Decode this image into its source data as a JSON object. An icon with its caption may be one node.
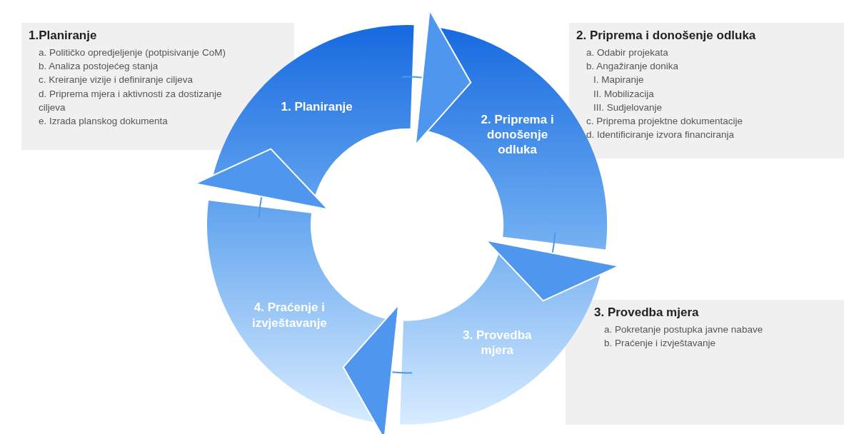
{
  "diagram": {
    "nodes": [
      {
        "text": [
          "1. Planiranje"
        ]
      },
      {
        "text": [
          "2. Priprema i donošenje odluka"
        ]
      },
      {
        "text": [
          "3. Provedba mjera"
        ]
      },
      {
        "text": [
          "4. Praćenje i izvještavanje"
        ]
      },
      {
        "text": [
          "1.Planiranje",
          "a. Političko opredjeljenje (potpisivanje CoM)",
          "b. Analiza postojećeg stanja",
          "c. Kreiranje vizije i definiranje ciljeva",
          "d. Priprema mjera i aktivnosti za dostizanje ciljeva",
          "e. Izrada planskog dokumenta"
        ]
      },
      {
        "text": [
          "2. Priprema i donošenje odluka",
          "a. Odabir projekata",
          "b. Angažiranje donika",
          "I. Mapiranje",
          "II. Mobilizacija",
          "III. Sudjelovanje",
          "c. Priprema projektne dokumentacije",
          "d. Identificiranje izvora financiranja"
        ]
      },
      {
        "text": [
          "3. Provedba mjera",
          "a. Pokretanje postupka javne nabave",
          "b. Praćenje i izvještavanje"
        ]
      }
    ],
    "edges": [
      {
        "from": 0,
        "to": 1,
        "arrow": "to"
      },
      {
        "from": 1,
        "to": 2,
        "arrow": "to"
      },
      {
        "from": 2,
        "to": 3,
        "arrow": "to"
      },
      {
        "from": 3,
        "to": 0,
        "arrow": "to"
      }
    ]
  }
}
